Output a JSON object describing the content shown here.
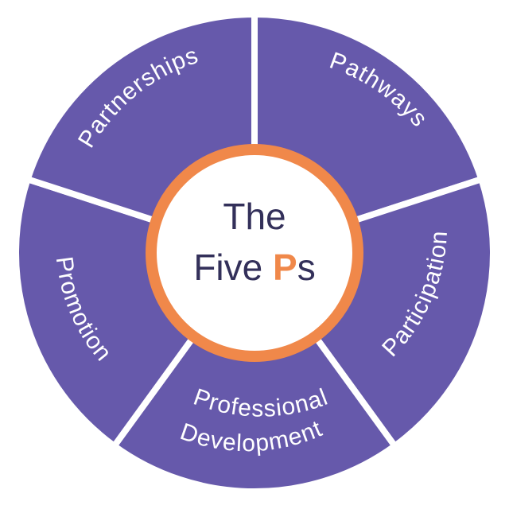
{
  "diagram": {
    "center": {
      "line1": "The",
      "line2_prefix": "Five ",
      "line2_accent": "P",
      "line2_suffix": "s"
    },
    "segments": [
      {
        "label": "Pathways"
      },
      {
        "label": "Participation"
      },
      {
        "label": "Professional",
        "label2": "Development"
      },
      {
        "label": "Promotion"
      },
      {
        "label": "Partnerships"
      }
    ]
  },
  "colors": {
    "segment": "#6659ab",
    "center_ring": "#f0884a",
    "center_fill": "#ffffff",
    "text_dark": "#33305a",
    "accent": "#f0884a",
    "separator": "#ffffff"
  }
}
